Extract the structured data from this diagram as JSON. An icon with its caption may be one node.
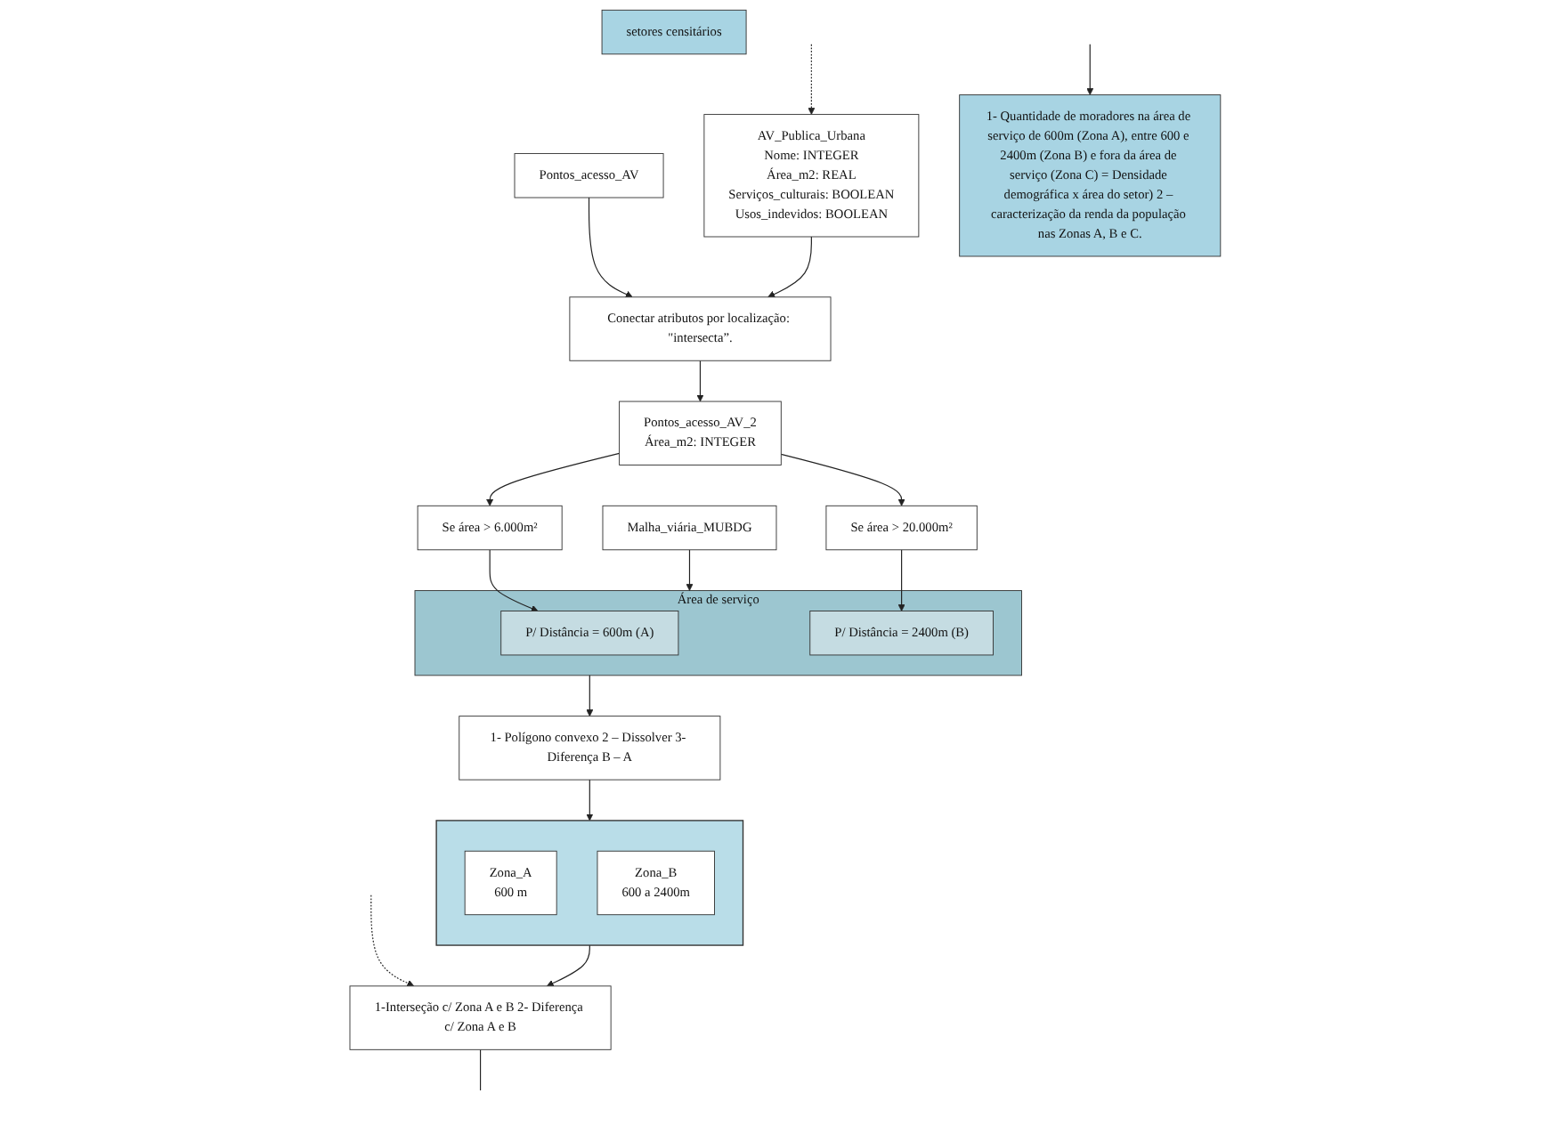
{
  "diagram": {
    "nodes": [
      {
        "text": [
          "setores censitários"
        ]
      },
      {
        "text": [
          "Pontos_acesso_AV"
        ]
      },
      {
        "text": [
          "AV_Publica_Urbana",
          "Nome: INTEGER",
          "Área_m2: REAL",
          "Serviços_culturais: BOOLEAN",
          "Usos_indevidos: BOOLEAN"
        ]
      },
      {
        "text": [
          "Pontos_acesso_AV_2",
          "Área_m2: INTEGER"
        ]
      },
      {
        "text": [
          "Conectar atributos por localização: \"intersecta”."
        ]
      },
      {
        "text": [
          "Malha_viária_MUBDG"
        ]
      },
      {
        "text": [],
        "shape": "box"
      },
      {
        "text": [
          "Zona_A",
          "600 m"
        ],
        "in": 6
      },
      {
        "text": [
          "Zona_B",
          "600 a 2400m"
        ],
        "in": 6
      },
      {
        "text": [
          "Área de serviço"
        ]
      },
      {
        "text": [
          "Se área > 6.000m²"
        ]
      },
      {
        "text": [
          "P/ Distância = 600m (A)"
        ],
        "in": 9
      },
      {
        "text": [
          "Se área > 20.000m²"
        ]
      },
      {
        "text": [
          "P/ Distância = 2400m (B)"
        ],
        "in": 9
      },
      {
        "text": [
          "1- Polígono convexo 2 – Dissolver 3- Diferença B – A"
        ]
      },
      {
        "text": [
          "1-Interseção c/ Zona A e B 2- Diferença c/ Zona A e B"
        ]
      },
      {
        "text": [
          "1- Quantidade de moradores na área de serviço de 600m (Zona A), entre 600 e 2400m (Zona B) e fora da área de serviço (Zona C) = Densidade demográfica x área do setor) 2 – caracterização da renda da população nas Zonas A, B e C."
        ]
      }
    ],
    "edges": [
      {
        "from": null,
        "to": 2,
        "arrow": "to",
        "style": "dashed"
      },
      {
        "from": 1,
        "to": 4,
        "arrow": "to"
      },
      {
        "from": 2,
        "to": 4,
        "arrow": "to"
      },
      {
        "from": 4,
        "to": 3,
        "arrow": "to"
      },
      {
        "from": 3,
        "to": 10,
        "arrow": "to"
      },
      {
        "from": 3,
        "to": 12,
        "arrow": "to"
      },
      {
        "from": 5,
        "to": 9,
        "arrow": "to"
      },
      {
        "from": 10,
        "to": 11,
        "arrow": "to"
      },
      {
        "from": 12,
        "to": 13,
        "arrow": "to"
      },
      {
        "from": 9,
        "to": 14,
        "arrow": "to"
      },
      {
        "from": 14,
        "to": 6,
        "arrow": "to"
      },
      {
        "from": 6,
        "to": 15,
        "arrow": "to"
      },
      {
        "from": null,
        "to": 15,
        "arrow": "to",
        "style": "dashed"
      },
      {
        "from": 15,
        "to": null,
        "arrow": "none"
      },
      {
        "from": null,
        "to": 16,
        "arrow": "to"
      }
    ]
  }
}
